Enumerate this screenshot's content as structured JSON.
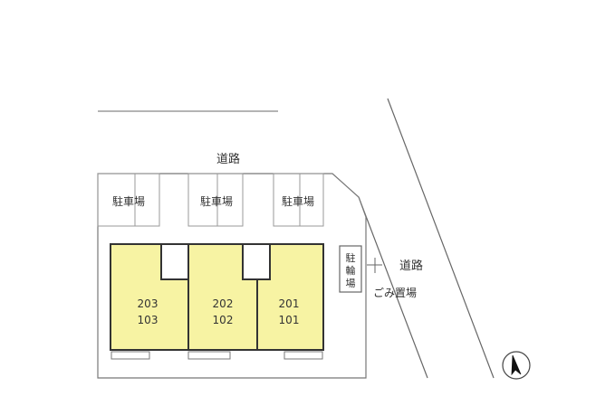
{
  "map": {
    "road_label_top": "道路",
    "road_label_right": "道路",
    "parking_label": "駐車場",
    "bicycle_parking_label": [
      "駐",
      "輪",
      "場"
    ],
    "garbage_label": "ごみ置場",
    "north_symbol": "north-arrow",
    "units": [
      {
        "upper": "203",
        "lower": "103"
      },
      {
        "upper": "202",
        "lower": "102"
      },
      {
        "upper": "201",
        "lower": "101"
      }
    ]
  },
  "colors": {
    "building_fill": "#f7f3a3",
    "line": "#666666",
    "text": "#333333"
  }
}
